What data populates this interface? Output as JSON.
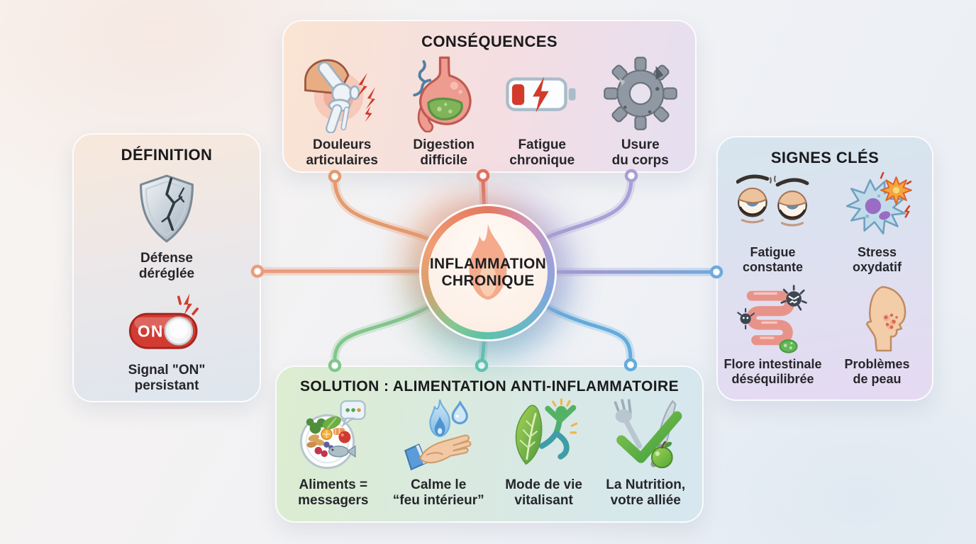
{
  "center": {
    "label": "INFLAMMATION\nCHRONIQUE",
    "icon": "flame-icon"
  },
  "cards": {
    "consequences": {
      "title": "CONSÉQUENCES",
      "items": [
        {
          "icon": "knee-joint-pain-icon",
          "label": "Douleurs\narticulaires"
        },
        {
          "icon": "stomach-icon",
          "label": "Digestion\ndifficile"
        },
        {
          "icon": "low-battery-icon",
          "label": "Fatigue\nchronique"
        },
        {
          "icon": "worn-gear-icon",
          "label": "Usure\ndu corps"
        }
      ]
    },
    "definition": {
      "title": "DÉFINITION",
      "items": [
        {
          "icon": "cracked-shield-icon",
          "label": "Défense\ndéréglée"
        },
        {
          "icon": "toggle-on-icon",
          "label": "Signal \"ON\"\npersistant",
          "toggle_text": "ON"
        }
      ]
    },
    "signs": {
      "title": "SIGNES CLÉS",
      "items": [
        {
          "icon": "tired-eyes-icon",
          "label": "Fatigue\nconstante"
        },
        {
          "icon": "oxidative-stress-cell-icon",
          "label": "Stress\noxydatif"
        },
        {
          "icon": "gut-flora-icon",
          "label": "Flore intestinale\ndéséquilibrée"
        },
        {
          "icon": "skin-problems-icon",
          "label": "Problèmes\nde peau"
        }
      ]
    },
    "solution": {
      "title": "SOLUTION : ALIMENTATION ANTI-INFLAMMATOIRE",
      "items": [
        {
          "icon": "food-plate-icon",
          "label": "Aliments =\nmessagers"
        },
        {
          "icon": "hand-blue-flame-icon",
          "label": "Calme le\n“feu intérieur”"
        },
        {
          "icon": "leaf-active-person-icon",
          "label": "Mode de vie\nvitalisant"
        },
        {
          "icon": "nutrition-check-icon",
          "label": "La Nutrition,\nvotre alliée"
        }
      ]
    }
  },
  "colors": {
    "connector_top_left": "#e59a6d",
    "connector_top_center": "#e0715c",
    "connector_top_right": "#a89fd6",
    "connector_left": "#eb9c7d",
    "connector_right_purple": "#b193cf",
    "connector_right_blue": "#6fa9dc",
    "connector_bottom_left": "#82c68c",
    "connector_bottom_center": "#5fc5ad",
    "connector_bottom_right": "#62acdc",
    "toggle_on_red": "#d23b33",
    "alert_red": "#d23b2a",
    "check_green": "#57ab47"
  }
}
